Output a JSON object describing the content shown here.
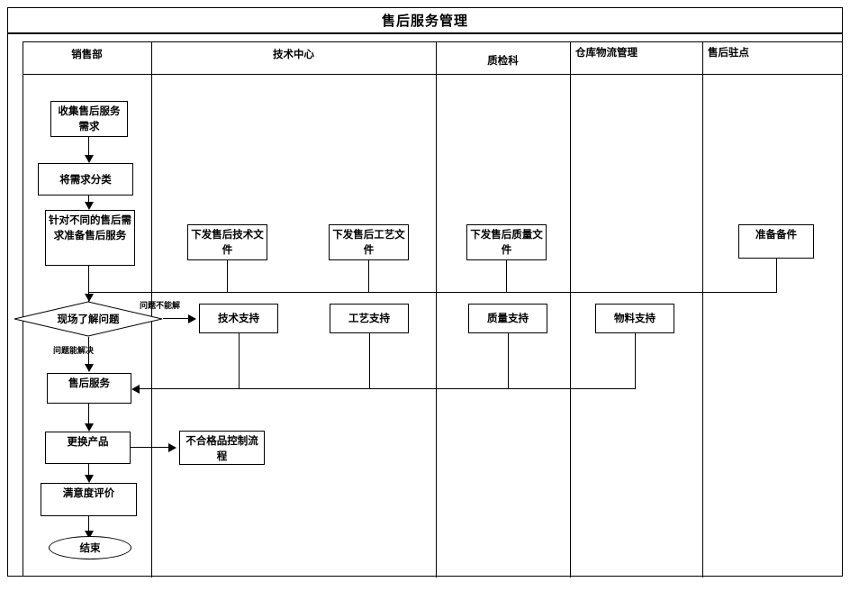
{
  "title": "售后服务管理",
  "lanes": [
    {
      "id": "sales",
      "label": "销售部"
    },
    {
      "id": "tech",
      "label": "技术中心"
    },
    {
      "id": "qc",
      "label": "质检科"
    },
    {
      "id": "warehouse",
      "label": "仓库物流管理"
    },
    {
      "id": "station",
      "label": "售后驻点"
    }
  ],
  "nodes": {
    "collect": "收集售后服务需求",
    "classify": "将需求分类",
    "prepare": "针对不同的售后需求准备售后服务",
    "decision": "现场了解问题",
    "after_service": "售后服务",
    "replace": "更换产品",
    "satisfaction": "满意度评价",
    "end": "结束",
    "nonconforming": "不合格品控制流程",
    "doc_tech": "下发售后技术文件",
    "doc_process": "下发售后工艺文件",
    "doc_quality": "下发售后质量文件",
    "spare_parts": "准备备件",
    "support_tech": "技术支持",
    "support_process": "工艺支持",
    "support_quality": "质量支持",
    "support_material": "物料支持"
  },
  "edge_labels": {
    "cannot_solve": "问题不能解",
    "can_solve": "问题能解决"
  },
  "colors": {
    "line": "#000000",
    "background": "#ffffff",
    "text": "#000000"
  }
}
